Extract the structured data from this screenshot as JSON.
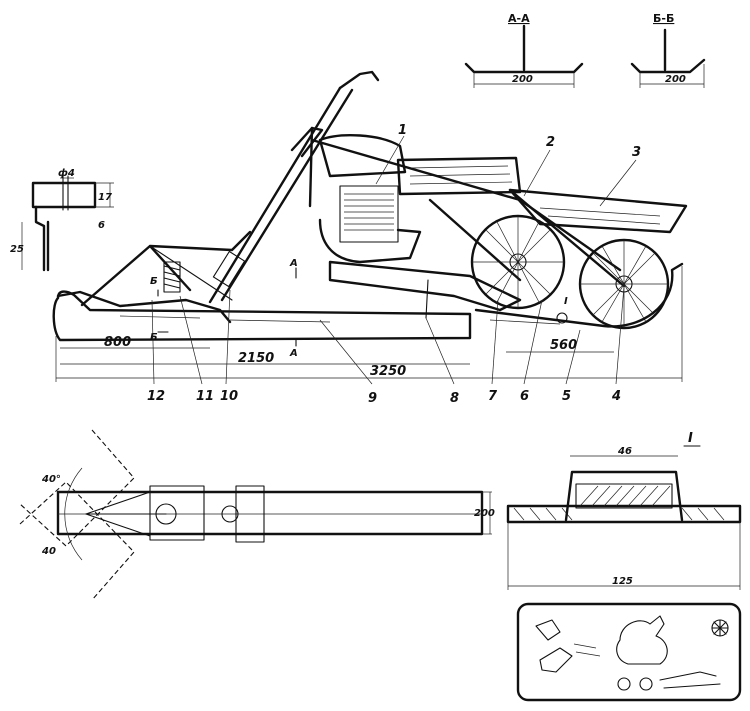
{
  "labels": {
    "section_a": "А-А",
    "section_b": "Б-Б",
    "dim_aa_width": "200",
    "dim_bb_width": "200",
    "diam": "ф4",
    "dim_17": "17",
    "dim_6": "6",
    "dim_25": "25",
    "mark_b_top": "Б",
    "mark_b_bottom": "Б",
    "mark_a_top": "А",
    "mark_a_bottom": "А",
    "dim_800": "800",
    "dim_2150": "2150",
    "dim_3250": "3250",
    "dim_560": "560",
    "detail_I_marker": "I",
    "detail_I_title": "I",
    "dim_46": "46",
    "dim_125": "125",
    "dim_200_plan": "200",
    "angle_top": "40°",
    "angle_bottom": "40"
  },
  "part_numbers": [
    "12",
    "11",
    "10",
    "9",
    "8",
    "7",
    "6",
    "5",
    "4"
  ],
  "top_part_numbers": [
    "1",
    "2",
    "3"
  ]
}
